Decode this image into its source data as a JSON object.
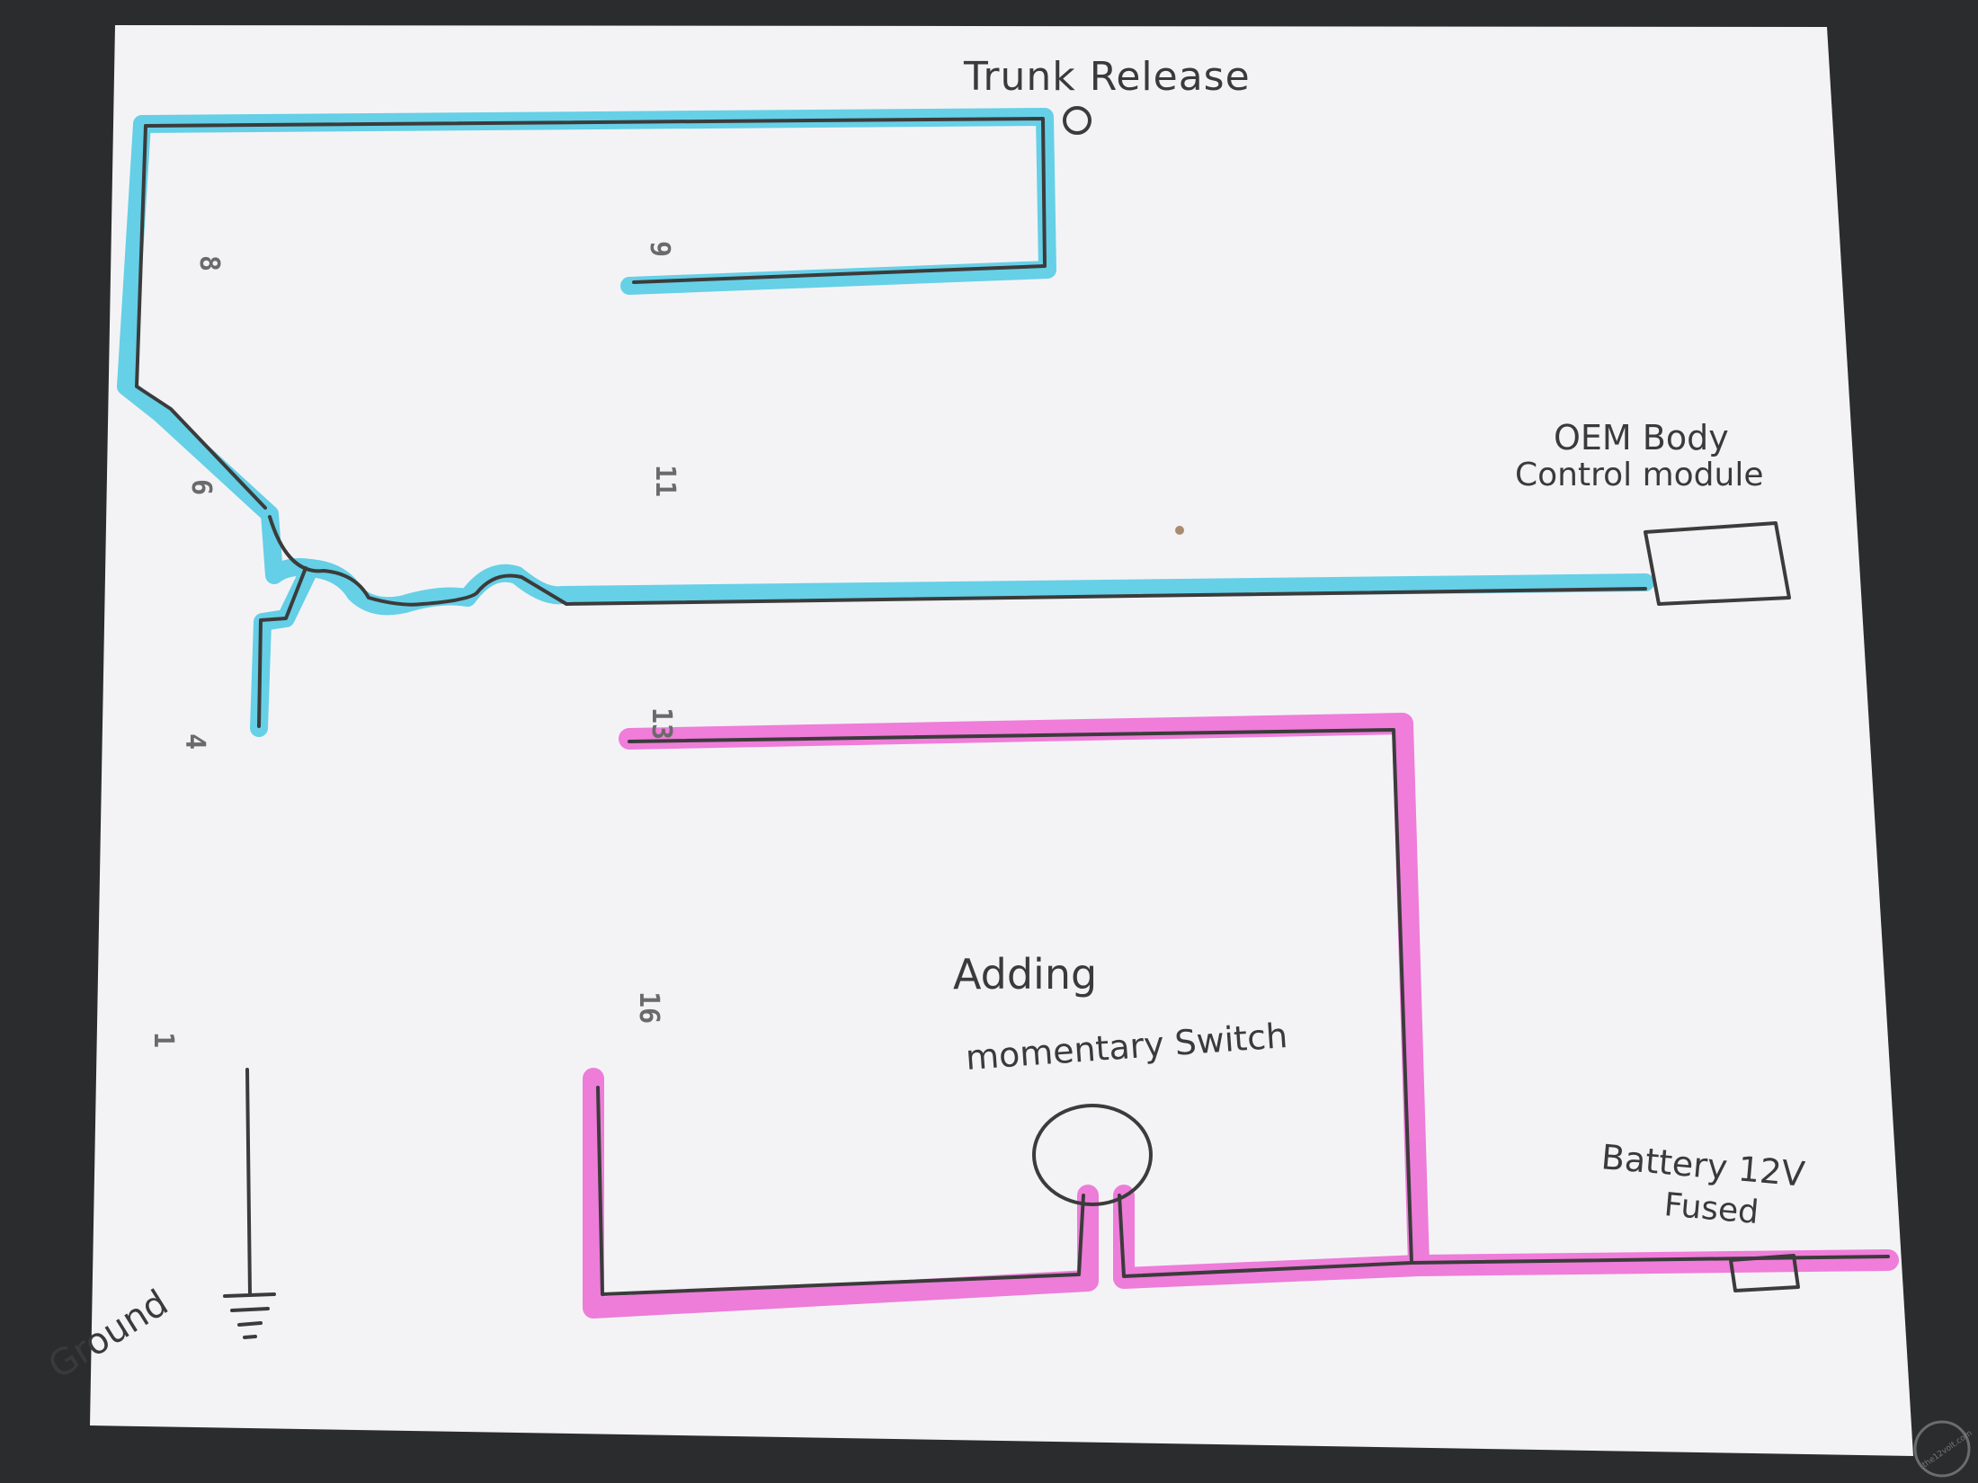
{
  "labels": {
    "trunk_release": "Trunk Release",
    "oem_line1": "OEM Body",
    "oem_line2": "Control module",
    "adding": "Adding",
    "momentary_switch": "momentary Switch",
    "battery_line1": "Battery 12V",
    "battery_line2": "Fused",
    "ground": "Ground"
  },
  "pins": {
    "p8": "8",
    "p9": "9",
    "p6": "6",
    "p11": "11",
    "p4": "4",
    "p13": "13",
    "p1": "1",
    "p16": "16"
  },
  "watermark": "the12volt.com",
  "colors": {
    "paper": "#f3f3f6",
    "background": "#2b2c2e",
    "cyan_highlight": "#4cc9e4",
    "magenta_highlight": "#ee70d6",
    "ink": "#3b3b3b",
    "relay_box": "#333333"
  }
}
